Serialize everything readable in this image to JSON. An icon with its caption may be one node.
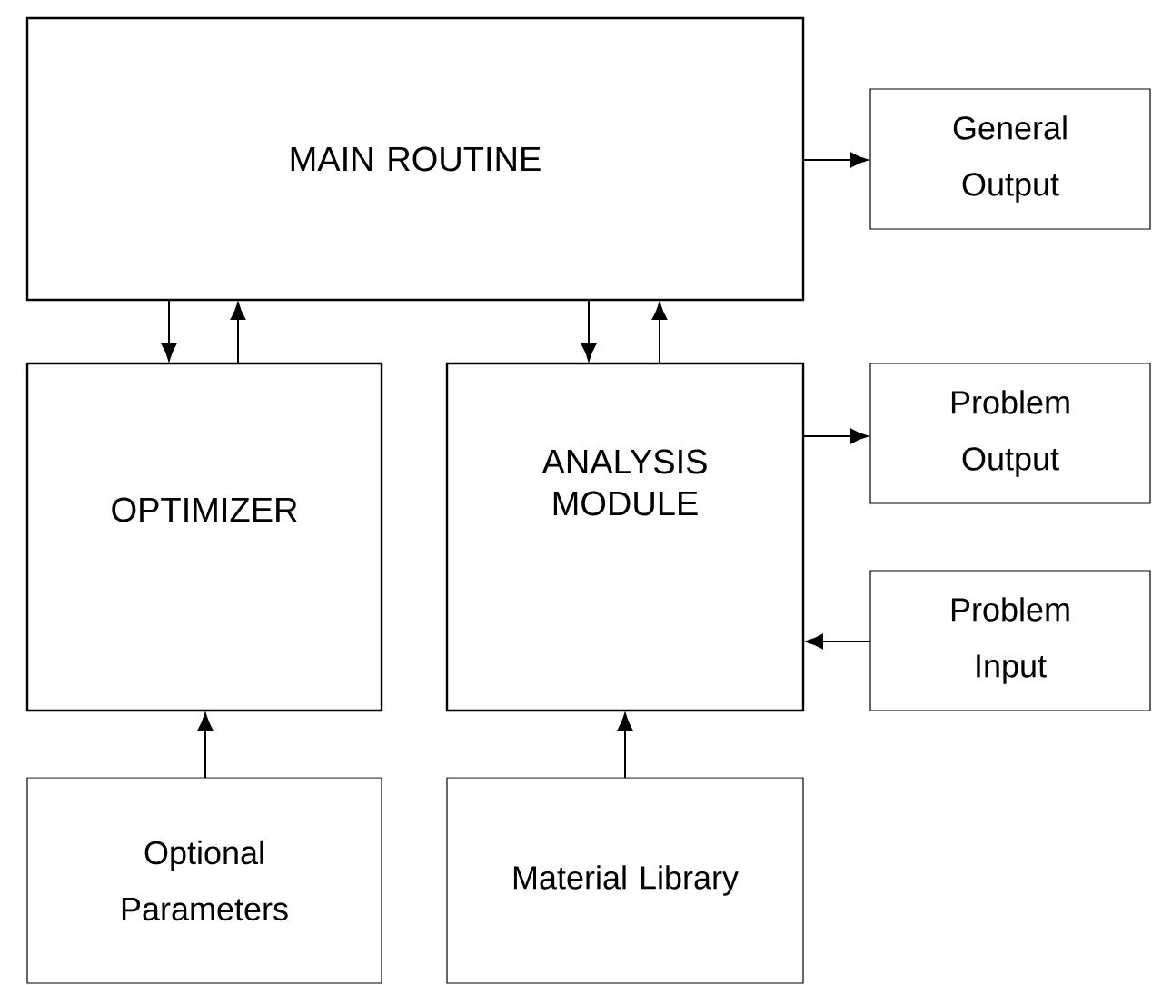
{
  "diagram": {
    "nodes": [
      {
        "text": [
          "MAIN ROUTINE"
        ]
      },
      {
        "text": [
          "General Output"
        ]
      },
      {
        "text": [
          "OPTIMIZER"
        ]
      },
      {
        "text": [
          "ANALYSIS MODULE"
        ]
      },
      {
        "text": [
          "Problem Output"
        ]
      },
      {
        "text": [
          "Problem Input"
        ]
      },
      {
        "text": [
          "Optional Parameters"
        ]
      },
      {
        "text": [
          "Material Library"
        ]
      }
    ],
    "edges": [
      {
        "from": 0,
        "to": 1,
        "arrow": "to"
      },
      {
        "from": 0,
        "to": 2,
        "arrow": "to"
      },
      {
        "from": 2,
        "to": 0,
        "arrow": "to"
      },
      {
        "from": 0,
        "to": 3,
        "arrow": "to"
      },
      {
        "from": 3,
        "to": 0,
        "arrow": "to"
      },
      {
        "from": 3,
        "to": 4,
        "arrow": "to"
      },
      {
        "from": 5,
        "to": 3,
        "arrow": "to"
      },
      {
        "from": 6,
        "to": 2,
        "arrow": "to"
      },
      {
        "from": 7,
        "to": 3,
        "arrow": "to"
      }
    ]
  }
}
